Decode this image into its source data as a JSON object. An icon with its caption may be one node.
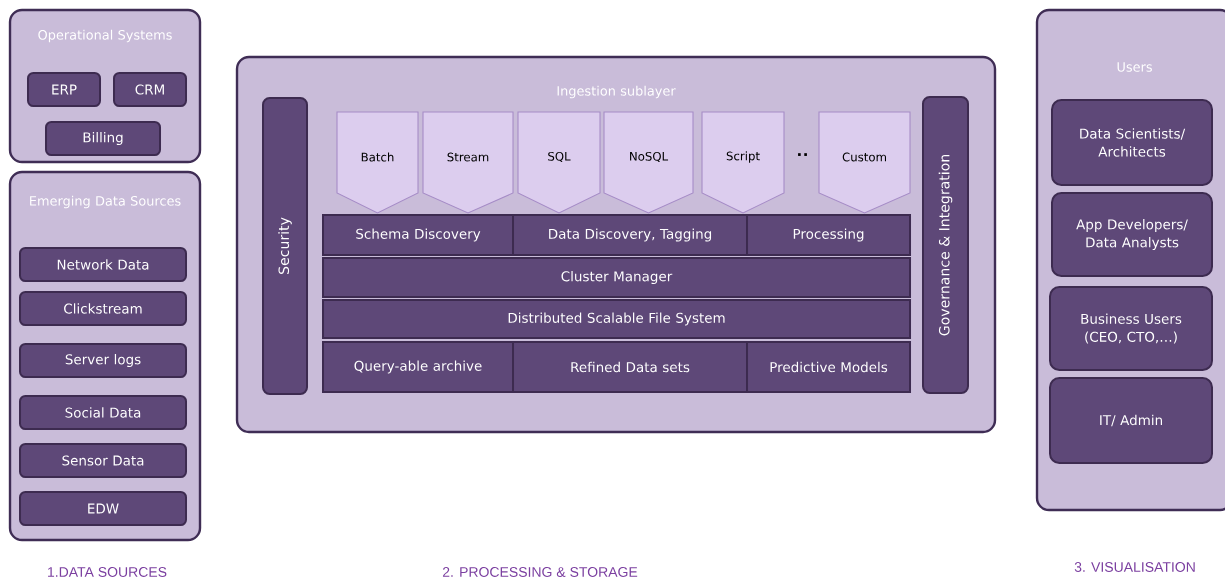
{
  "diagram": {
    "nodes": [
      {
        "text": [
          "Operational Systems"
        ]
      },
      {
        "text": [
          "ERP"
        ],
        "in": 0
      },
      {
        "text": [
          "CRM"
        ],
        "in": 0
      },
      {
        "text": [
          "Billing"
        ],
        "in": 0
      },
      {
        "text": [
          "Emerging Data Sources"
        ]
      },
      {
        "text": [
          "Network Data"
        ],
        "in": 4
      },
      {
        "text": [
          "Clickstream"
        ],
        "in": 4
      },
      {
        "text": [
          "Server logs"
        ],
        "in": 4
      },
      {
        "text": [
          "Social Data"
        ],
        "in": 4
      },
      {
        "text": [
          "Sensor Data"
        ],
        "in": 4
      },
      {
        "text": [
          "EDW"
        ],
        "in": 4
      },
      {
        "text": [
          "Ingestion sublayer"
        ]
      },
      {
        "text": [
          "Security"
        ],
        "in": 11
      },
      {
        "text": [
          "Batch"
        ],
        "in": 11
      },
      {
        "text": [
          "Stream"
        ],
        "in": 11
      },
      {
        "text": [
          "SQL"
        ],
        "in": 11
      },
      {
        "text": [
          "NoSQL"
        ],
        "in": 11
      },
      {
        "text": [
          "Script"
        ],
        "in": 11
      },
      {
        "text": [
          "Custom"
        ],
        "in": 11
      },
      {
        "text": [
          "Schema Discovery"
        ],
        "in": 11
      },
      {
        "text": [
          "Data Discovery, Tagging"
        ],
        "in": 11
      },
      {
        "text": [
          "Processing"
        ],
        "in": 11
      },
      {
        "text": [
          "Cluster Manager"
        ],
        "in": 11
      },
      {
        "text": [
          "Distributed Scalable File System"
        ],
        "in": 11
      },
      {
        "text": [
          "Query-able archive"
        ],
        "in": 11
      },
      {
        "text": [
          "Refined Data sets"
        ],
        "in": 11
      },
      {
        "text": [
          "Predictive Models"
        ],
        "in": 11
      },
      {
        "text": [
          "Governance & Integration"
        ],
        "in": 11
      },
      {
        "text": [
          "Users"
        ]
      },
      {
        "text": [
          "Data Scientists/ Architects"
        ],
        "in": 28
      },
      {
        "text": [
          "App Developers/ Data Analysts"
        ],
        "in": 28
      },
      {
        "text": [
          "Business Users (CEO, CTO,…)"
        ],
        "in": 28
      },
      {
        "text": [
          "IT/ Admin"
        ],
        "in": 28
      }
    ],
    "labels": [
      "··",
      "1.DATA SOURCES",
      "2. PROCESSING & STORAGE",
      "3. VISUALISATION"
    ]
  }
}
